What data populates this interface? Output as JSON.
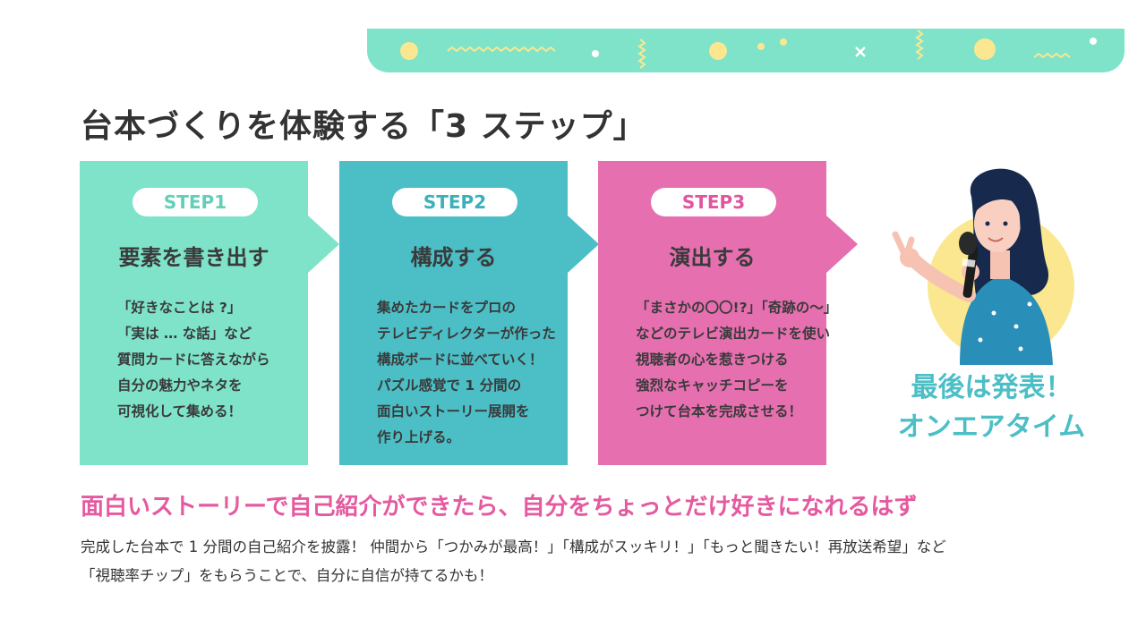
{
  "title": "台本づくりを体験する「3 ステップ」",
  "colors": {
    "mint": "#7ee3c9",
    "teal": "#4bbec6",
    "pink": "#e66fb0",
    "subhead_pink": "#e5599f",
    "text": "#333333"
  },
  "steps": [
    {
      "label": "STEP1",
      "heading": "要素を書き出す",
      "lines": [
        "「好きなことは ?」",
        "「実は … な話」など",
        "質問カードに答えながら",
        "自分の魅力やネタを",
        "可視化して集める！"
      ]
    },
    {
      "label": "STEP2",
      "heading": "構成する",
      "lines": [
        "集めたカードをプロの",
        "テレビディレクターが作った",
        "構成ボードに並べていく！",
        "パズル感覚で 1 分間の",
        "面白いストーリー展開を",
        "作り上げる。"
      ]
    },
    {
      "label": "STEP3",
      "heading": "演出する",
      "lines": [
        "「まさかの〇〇!?」「奇跡の〜」",
        "などのテレビ演出カードを使い",
        "視聴者の心を惹きつける",
        "強烈なキャッチコピーを",
        "つけて台本を完成させる！"
      ]
    }
  ],
  "finale": {
    "line1": "最後は発表！",
    "line2": "オンエアタイム"
  },
  "subhead": "面白いストーリーで自己紹介ができたら、自分をちょっとだけ好きになれるはず",
  "description": {
    "line1": "完成した台本で 1 分間の自己紹介を披露！ 仲間から「つかみが最高！」「構成がスッキリ！」「もっと聞きたい！再放送希望」など",
    "line2": "「視聴率チップ」をもらうことで、自分に自信が持てるかも！"
  },
  "icons": {
    "illustration": "presenter-woman-with-microphone",
    "banner": "confetti-decoration"
  }
}
